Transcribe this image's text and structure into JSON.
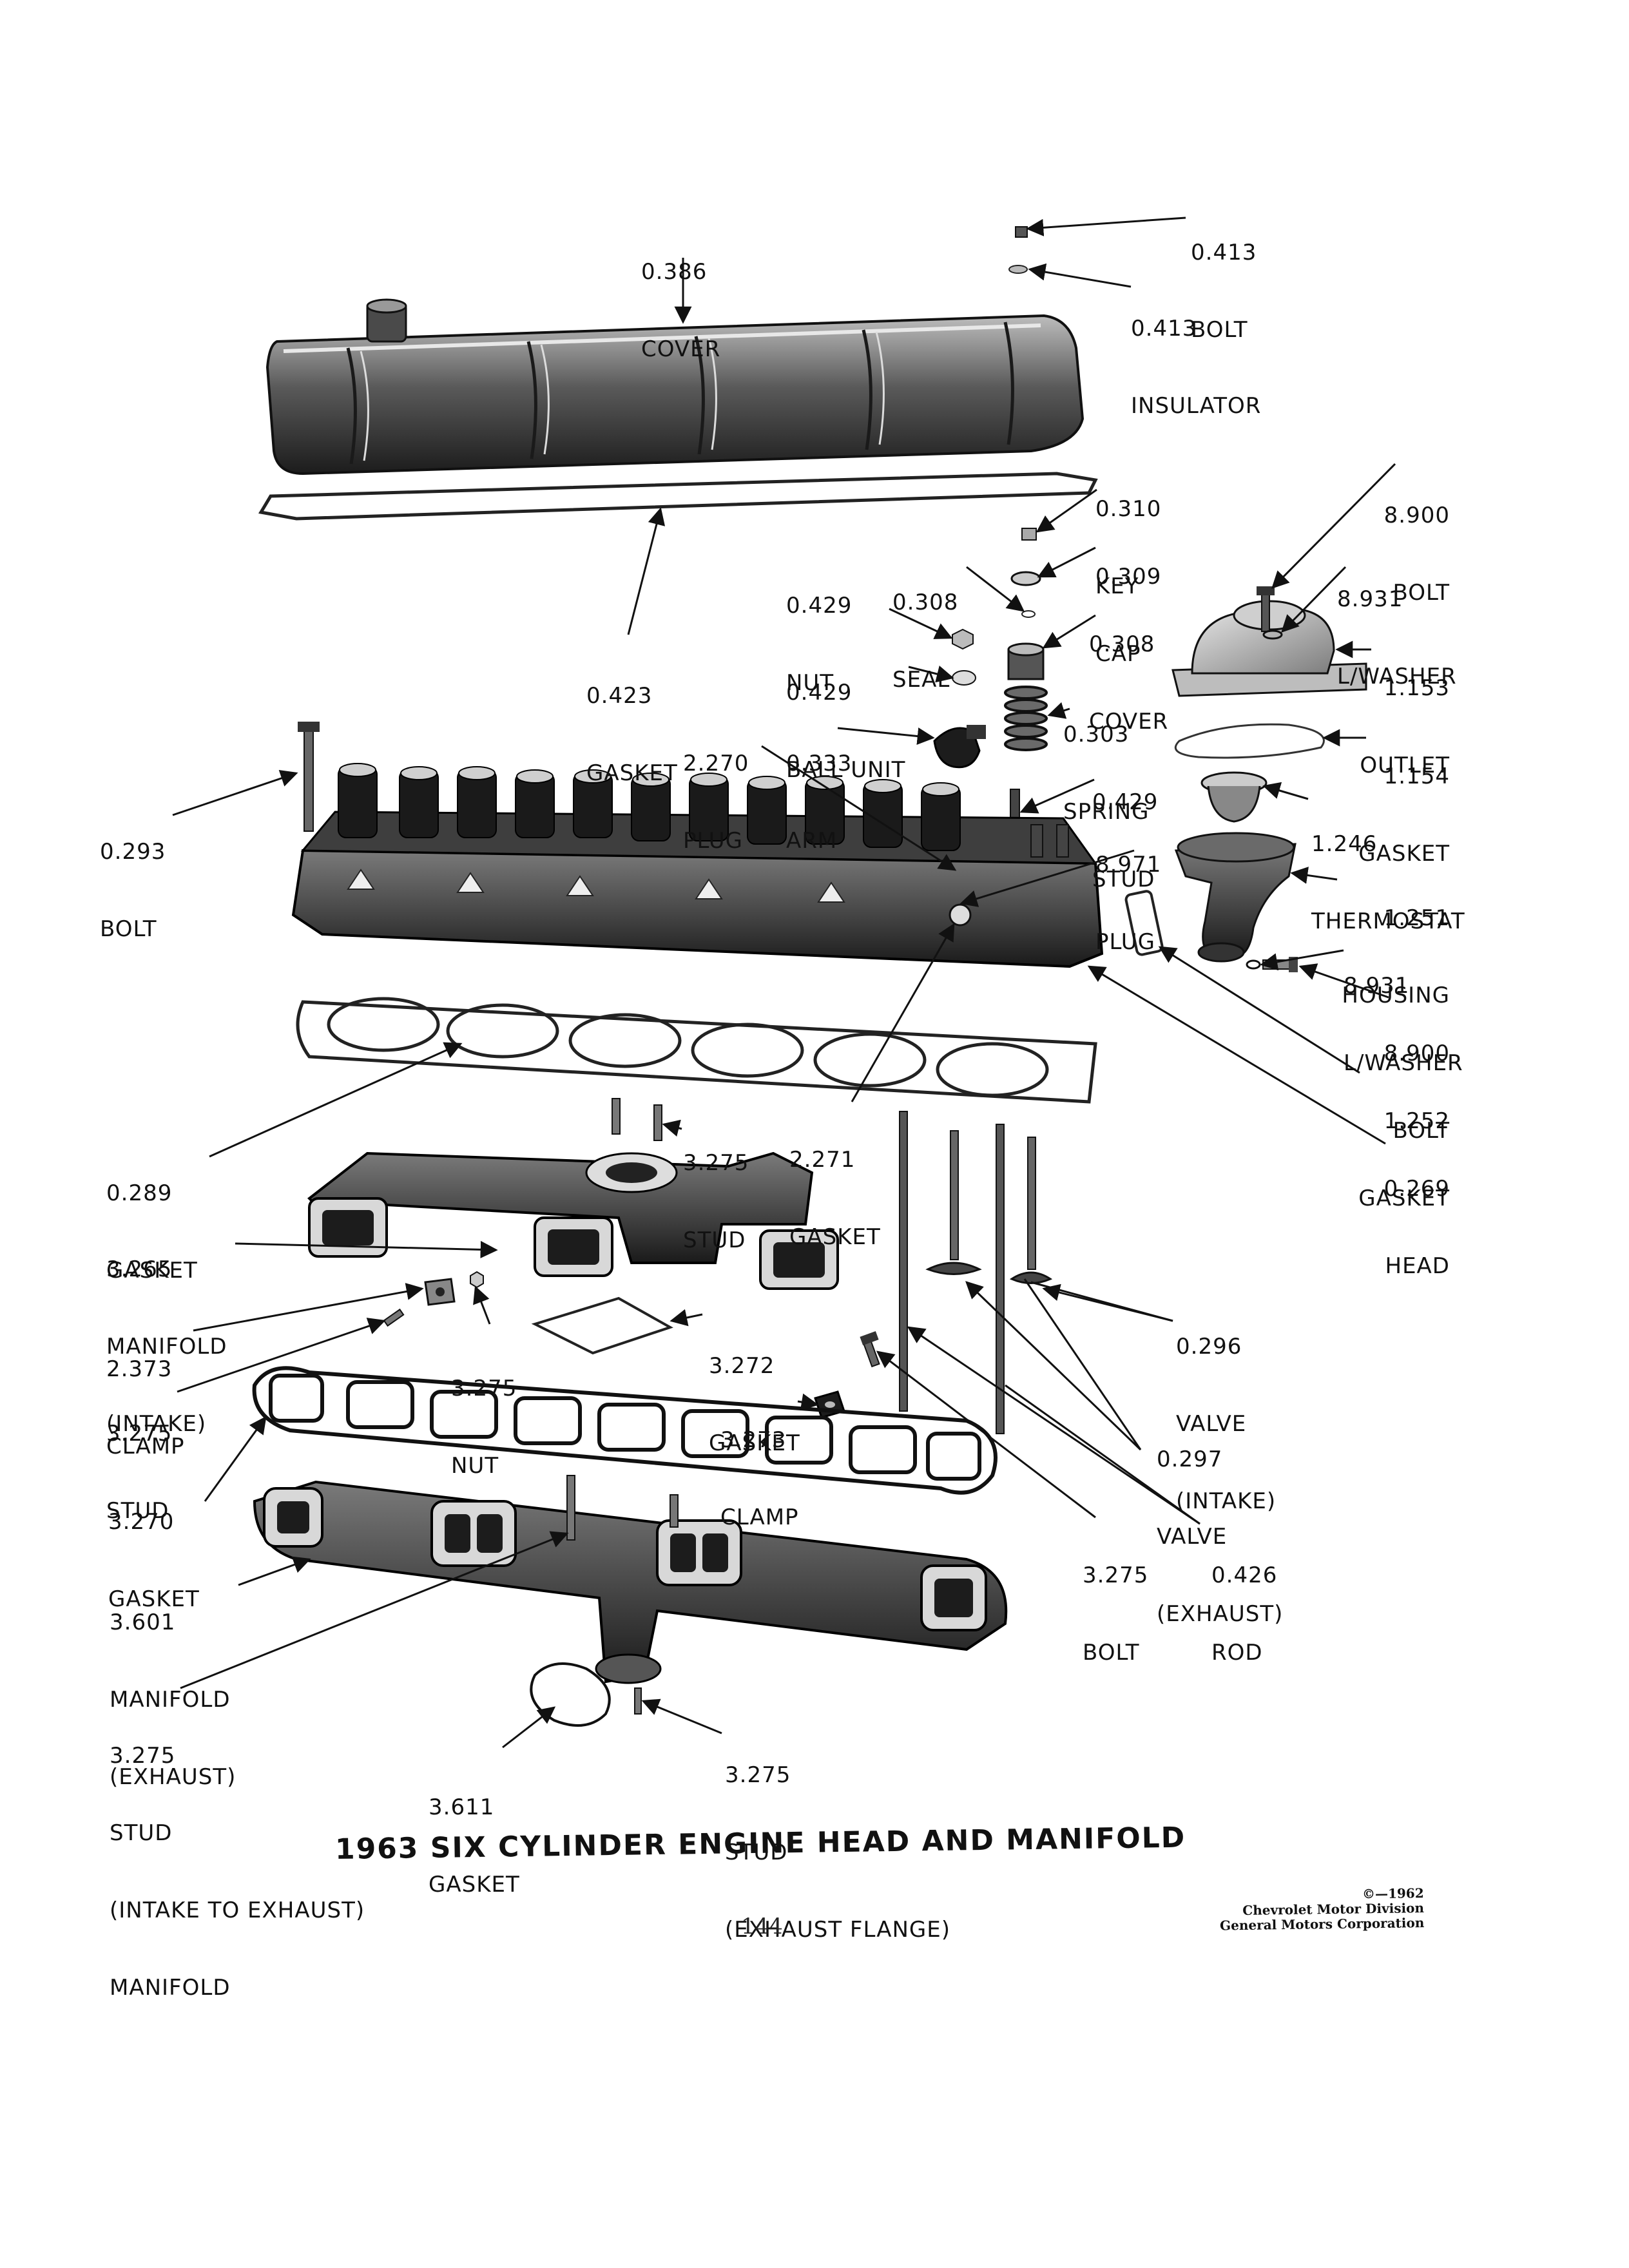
{
  "title": "1963 SIX CYLINDER ENGINE HEAD AND MANIFOLD",
  "page_number": "144",
  "copyright": [
    "©—1962",
    "Chevrolet Motor Division",
    "General Motors Corporation"
  ],
  "callouts": {
    "bolt_0413": [
      "0.413",
      "BOLT"
    ],
    "cover_0386": [
      "0.386",
      "COVER"
    ],
    "insulator_0413": [
      "0.413",
      "INSULATOR"
    ],
    "key_0310": [
      "0.310",
      "KEY"
    ],
    "bolt_8900_top": [
      "8.900",
      "BOLT"
    ],
    "cap_0309": [
      "0.309",
      "CAP"
    ],
    "nut_0429": [
      "0.429",
      "NUT"
    ],
    "seal_0308": [
      "0.308",
      "SEAL"
    ],
    "lwasher_8931_top": [
      "8.931",
      "L/WASHER"
    ],
    "cover_0308": [
      "0.308",
      "COVER"
    ],
    "gasket_0423": [
      "0.423",
      "GASKET"
    ],
    "ballunit_0429": [
      "0.429",
      "BALL UNIT"
    ],
    "outlet_1153": [
      "1.153",
      "OUTLET"
    ],
    "spring_0303": [
      "0.303",
      "SPRING"
    ],
    "plug_2270": [
      "2.270",
      "PLUG"
    ],
    "arm_0333": [
      "0.333",
      "ARM"
    ],
    "gasket_1154": [
      "1.154",
      "GASKET"
    ],
    "stud_0429": [
      "0.429",
      "STUD"
    ],
    "bolt_0293": [
      "0.293",
      "BOLT"
    ],
    "thermostat_1246": [
      "1.246",
      "THERMOSTAT"
    ],
    "plug_8971": [
      "8.971",
      "PLUG"
    ],
    "housing_1251": [
      "1.251",
      "HOUSING"
    ],
    "lwasher_8931_bot": [
      "8.931",
      "L/WASHER"
    ],
    "bolt_8900_bot": [
      "8.900",
      "BOLT"
    ],
    "gasket_1252": [
      "1.252",
      "GASKET"
    ],
    "stud_3275_a": [
      "3.275",
      "STUD"
    ],
    "gasket_2271": [
      "2.271",
      "GASKET"
    ],
    "gasket_0289": [
      "0.289",
      "GASKET"
    ],
    "head_0269": [
      "0.269",
      "HEAD"
    ],
    "manifold_intake_3265": [
      "3.265",
      "MANIFOLD",
      "(INTAKE)"
    ],
    "valve_intake_0296": [
      "0.296",
      "VALVE",
      "(INTAKE)"
    ],
    "clamp_2373": [
      "2.373",
      "CLAMP"
    ],
    "gasket_3272": [
      "3.272",
      "GASKET"
    ],
    "nut_3275": [
      "3.275",
      "NUT"
    ],
    "stud_3275_b": [
      "3.275",
      "STUD"
    ],
    "clamp_3273": [
      "3.273",
      "CLAMP"
    ],
    "valve_exhaust_0297": [
      "0.297",
      "VALVE",
      "(EXHAUST)"
    ],
    "gasket_3270": [
      "3.270",
      "GASKET"
    ],
    "bolt_3275": [
      "3.275",
      "BOLT"
    ],
    "rod_0426": [
      "0.426",
      "ROD"
    ],
    "manifold_exhaust_3601": [
      "3.601",
      "MANIFOLD",
      "(EXHAUST)"
    ],
    "stud_intake_to_exhaust": [
      "3.275",
      "STUD",
      "(INTAKE TO EXHAUST)",
      "MANIFOLD"
    ],
    "gasket_3611": [
      "3.611",
      "GASKET"
    ],
    "stud_exhaust_flange": [
      "3.275",
      "STUD",
      "(EXHAUST FLANGE)"
    ]
  }
}
